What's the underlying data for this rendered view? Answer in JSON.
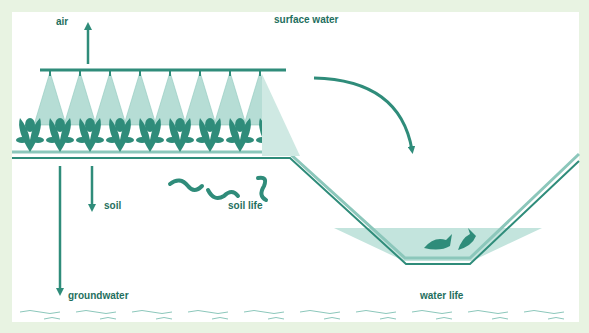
{
  "diagram": {
    "labels": [
      "air",
      "surface water",
      "soil",
      "soil life",
      "groundwater",
      "water life"
    ]
  }
}
